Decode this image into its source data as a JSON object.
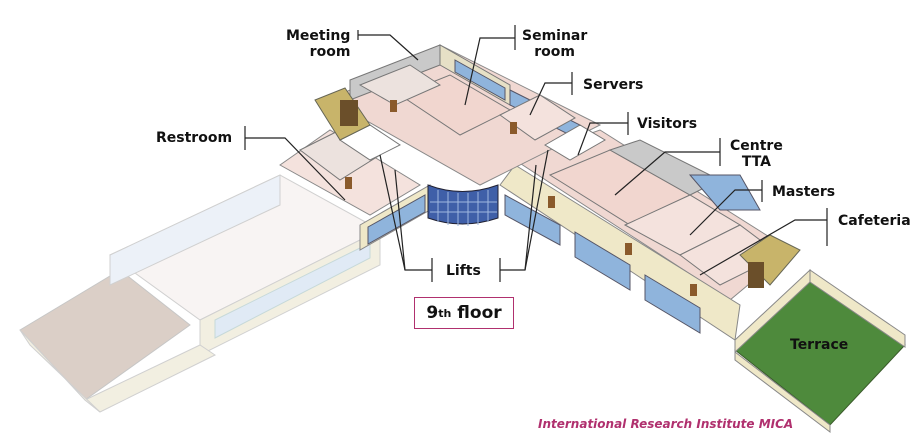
{
  "labels": {
    "meeting_room": "Meeting\nroom",
    "seminar_room": "Seminar\nroom",
    "servers": "Servers",
    "visitors": "Visitors",
    "centre_tta": "Centre\nTTA",
    "masters": "Masters",
    "cafeteria": "Cafeteria",
    "restroom": "Restroom",
    "lifts": "Lifts",
    "terrace": "Terrace"
  },
  "floor": {
    "number": "9",
    "suffix": "th",
    "word": "floor"
  },
  "credit": "International Research Institute MICA",
  "colors": {
    "floor_pink": "#f0d8d2",
    "wall_cream": "#efe8c8",
    "wall_grey": "#c9c9c9",
    "glass_blue": "#8fb4dc",
    "terrace_green": "#4e8a3c",
    "credit_magenta": "#b0306e"
  }
}
